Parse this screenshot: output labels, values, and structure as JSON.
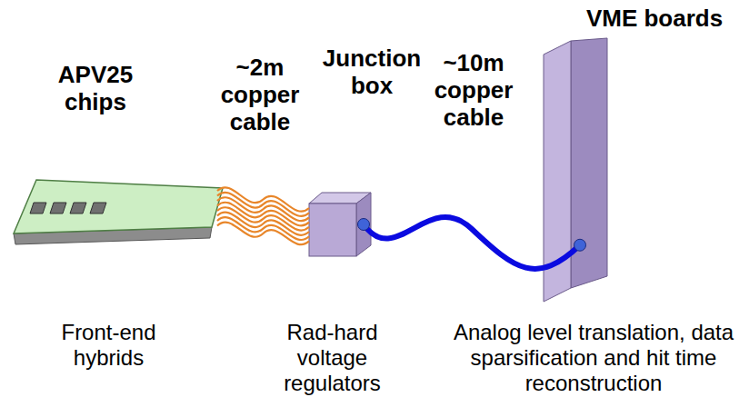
{
  "diagram": {
    "nodes": [
      {
        "text": [
          "APV25 chips",
          "Front-end hybrids"
        ]
      },
      {
        "text": [
          "Junction box",
          "Rad-hard voltage regulators"
        ]
      },
      {
        "text": [
          "VME boards",
          "Analog level translation, data sparsification and hit time reconstruction"
        ]
      }
    ],
    "edges": [
      {
        "from": 0,
        "to": 1,
        "arrow": "none",
        "label": "~2m copper cable"
      },
      {
        "from": 1,
        "to": 2,
        "arrow": "none",
        "label": "~10m copper cable"
      }
    ]
  }
}
